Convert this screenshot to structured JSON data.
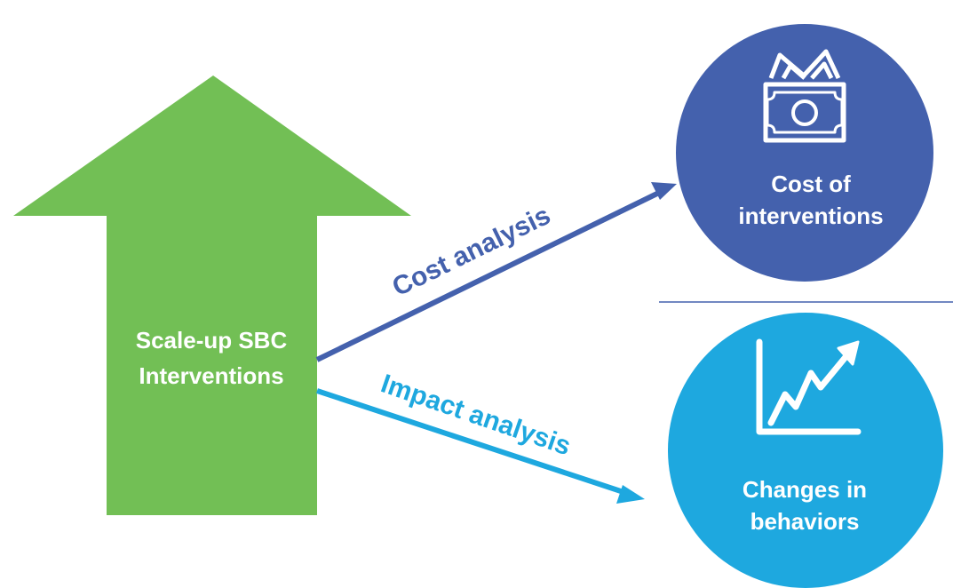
{
  "colors": {
    "arrow_green": "#72bf55",
    "cost_blue": "#4461ad",
    "impact_blue": "#1ea8df",
    "divider": "#4461ad",
    "text_white": "#ffffff"
  },
  "source_node": {
    "line1": "Scale-up SBC",
    "line2": "Interventions"
  },
  "cost_node": {
    "icon": "money-icon",
    "line1": "Cost of",
    "line2": "interventions"
  },
  "impact_node": {
    "icon": "trend-chart-icon",
    "line1": "Changes in",
    "line2": "behaviors"
  },
  "edges": {
    "cost_label": "Cost analysis",
    "impact_label": "Impact analysis"
  }
}
